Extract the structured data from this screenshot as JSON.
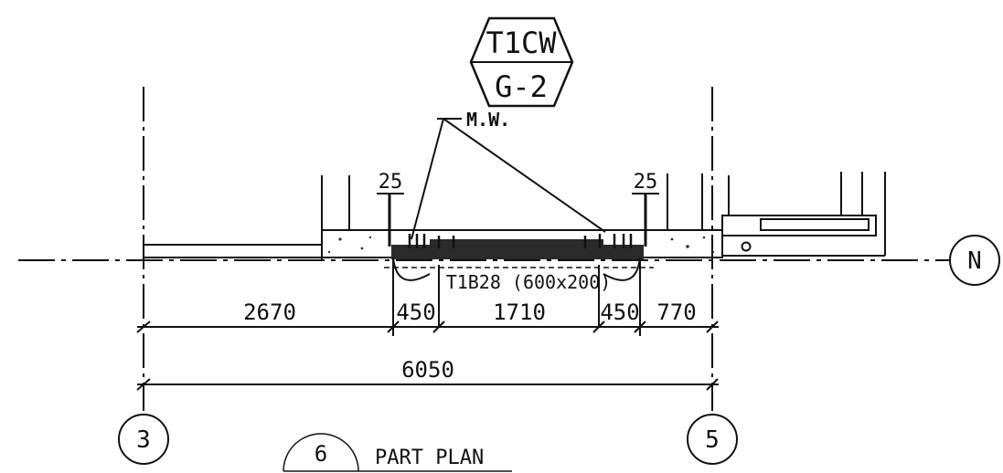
{
  "tag": {
    "line1": "T1CW",
    "line2": "G-2"
  },
  "callouts": {
    "moving_walkway": "M.W.",
    "dim_left_top": "25",
    "dim_right_top": "25",
    "beam_label": "T1B28 (600x200)"
  },
  "dimensions": {
    "seg_1": "2670",
    "seg_2": "450",
    "seg_3": "1710",
    "seg_4": "450",
    "seg_5": "770",
    "total": "6050"
  },
  "grid_bubbles": {
    "left": "3",
    "right": "5",
    "row": "N"
  },
  "view_title": {
    "number": "6",
    "title": "PART PLAN"
  },
  "colors": {
    "ink": "#111111",
    "background": "#ffffff",
    "hatch": "#2a2a2a"
  }
}
